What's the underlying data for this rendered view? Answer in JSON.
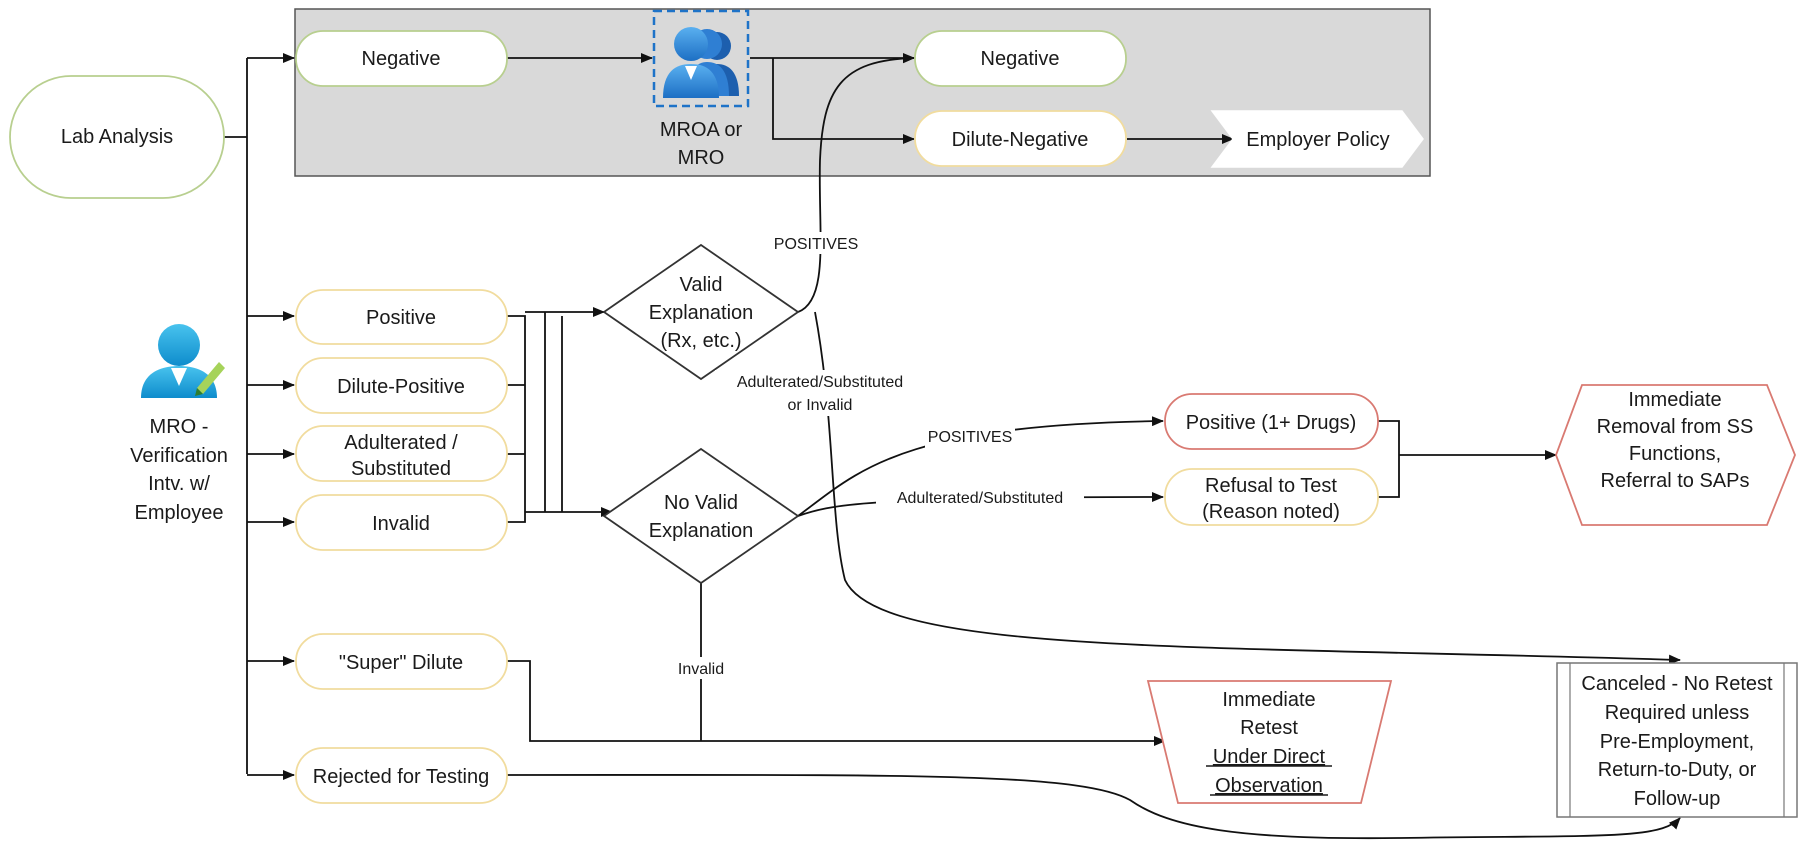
{
  "group_box": {
    "fill": "#d9d9d9"
  },
  "nodes": {
    "lab_analysis": "Lab Analysis",
    "mro_verification": [
      "MRO -",
      "Verification",
      "Intv. w/",
      "Employee"
    ],
    "negative_lab": "Negative",
    "mroa_or_mro": [
      "MROA or",
      "MRO"
    ],
    "negative_result": "Negative",
    "dilute_negative": "Dilute-Negative",
    "employer_policy": "Employer Policy",
    "positive": "Positive",
    "dilute_positive": "Dilute-Positive",
    "adulterated_substituted": [
      "Adulterated /",
      "Substituted"
    ],
    "invalid": "Invalid",
    "super_dilute": "\"Super\" Dilute",
    "rejected_for_testing": "Rejected for Testing",
    "valid_explanation": [
      "Valid",
      "Explanation",
      "(Rx, etc.)"
    ],
    "no_valid_explanation": [
      "No Valid",
      "Explanation"
    ],
    "positive_drugs": "Positive (1+ Drugs)",
    "refusal_to_test": [
      "Refusal to Test",
      "(Reason noted)"
    ],
    "immediate_removal": [
      "Immediate",
      "Removal from SS",
      "Functions,",
      "Referral to SAPs"
    ],
    "immediate_retest": [
      "Immediate",
      "Retest",
      "Under Direct",
      "Observation"
    ],
    "canceled": [
      "Canceled - No Retest",
      "Required unless",
      "Pre-Employment,",
      "Return-to-Duty, or",
      "Follow-up"
    ]
  },
  "edge_labels": {
    "positives_upper": "POSITIVES",
    "adulterated_or_invalid": [
      "Adulterated/Substituted",
      "or Invalid"
    ],
    "positives_lower": "POSITIVES",
    "adulterated_substituted": "Adulterated/Substituted",
    "invalid": "Invalid"
  },
  "colors": {
    "green_border": "#b8cf8f",
    "yellow_border": "#f1dc9e",
    "red_border": "#d97a72",
    "icon_blue": "#2b88d8",
    "selection_dash": "#1e73c8"
  }
}
